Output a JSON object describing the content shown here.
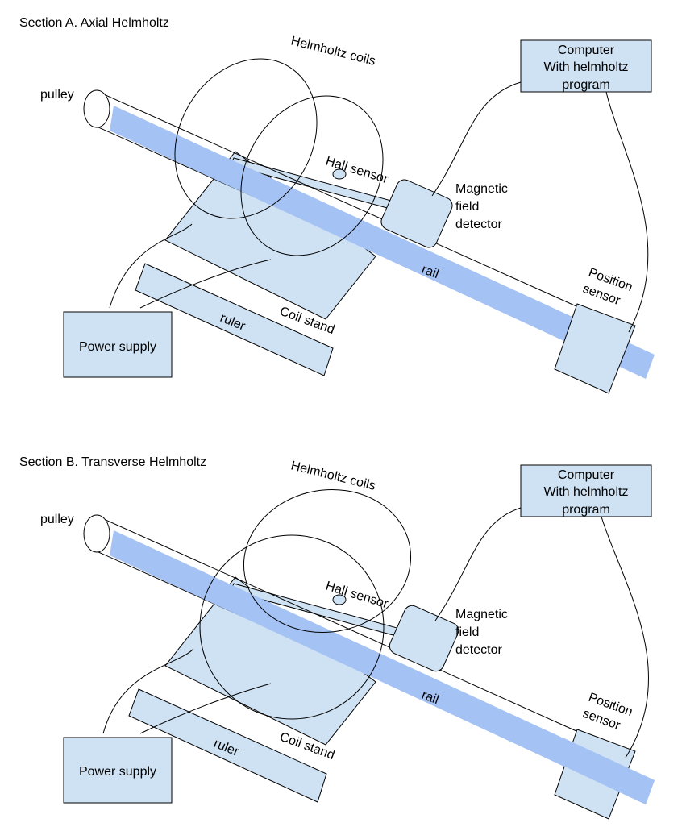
{
  "colors": {
    "box_fill": "#cfe2f3",
    "rail_fill": "#a4c2f4",
    "stroke": "#000000",
    "background": "#ffffff"
  },
  "sections": [
    {
      "title": "Section A. Axial Helmholtz",
      "coil_orientation": "axial",
      "labels": {
        "pulley": "pulley",
        "coils": "Helmholtz coils",
        "hall_sensor": "Hall sensor",
        "detector": [
          "Magnetic",
          "field",
          "detector"
        ],
        "computer": [
          "Computer",
          "With helmholtz",
          "program"
        ],
        "rail": "rail",
        "position_sensor": [
          "Position",
          "sensor"
        ],
        "coil_stand": "Coil stand",
        "ruler": "ruler",
        "power_supply": "Power supply"
      }
    },
    {
      "title": "Section B. Transverse Helmholtz",
      "coil_orientation": "transverse",
      "labels": {
        "pulley": "pulley",
        "coils": "Helmholtz coils",
        "hall_sensor": "Hall sensor",
        "detector": [
          "Magnetic",
          "field",
          "detector"
        ],
        "computer": [
          "Computer",
          "With helmholtz",
          "program"
        ],
        "rail": "rail",
        "position_sensor": [
          "Position",
          "sensor"
        ],
        "coil_stand": "Coil stand",
        "ruler": "ruler",
        "power_supply": "Power supply"
      }
    }
  ]
}
